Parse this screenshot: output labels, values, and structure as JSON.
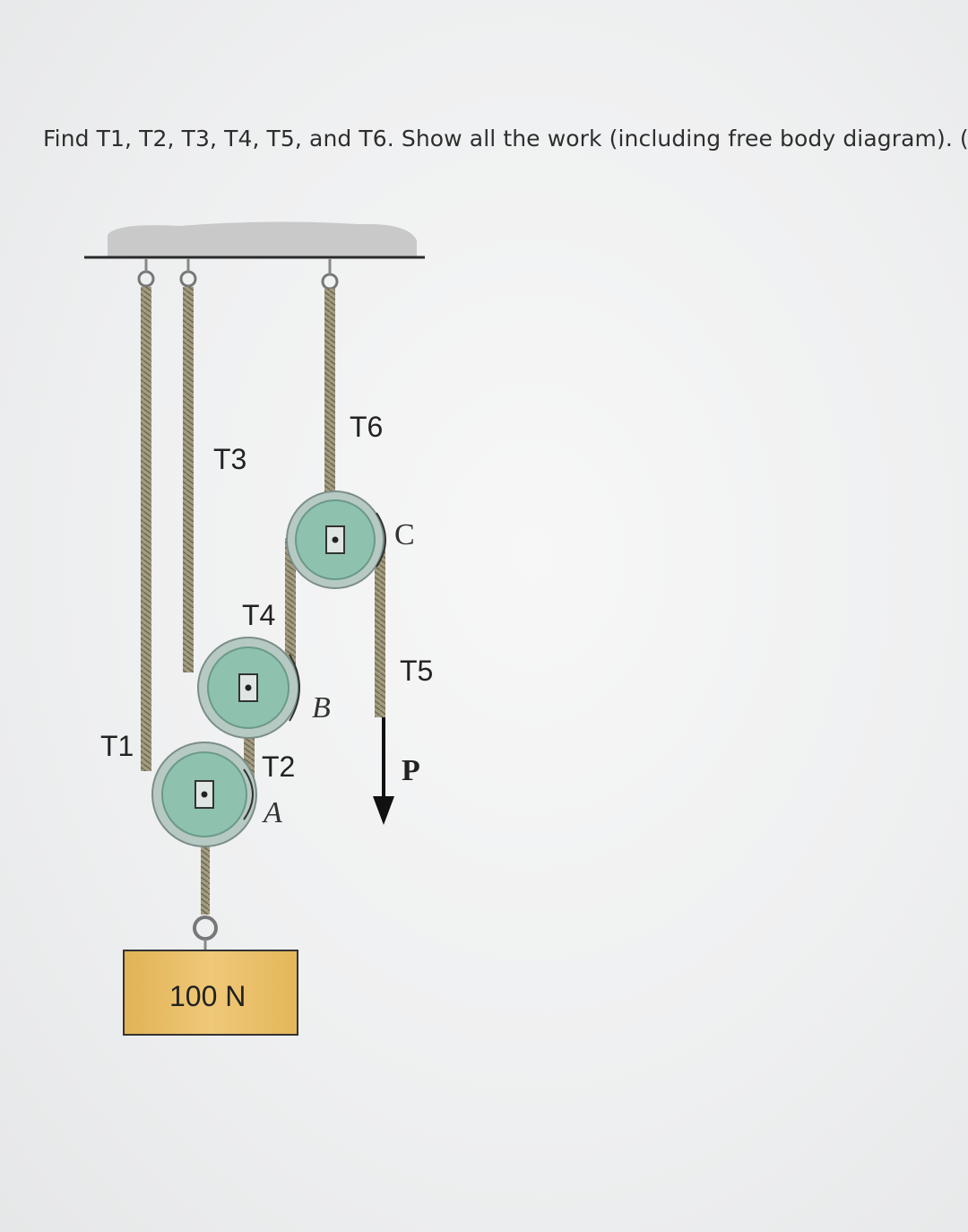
{
  "question": {
    "text": "Find T1, T2, T3, T4, T5, and T6. Show all the work (including free body diagram). ("
  },
  "diagram": {
    "labels": {
      "t1": "T1",
      "t2": "T2",
      "t3": "T3",
      "t4": "T4",
      "t5": "T5",
      "t6": "T6",
      "pulley_a": "A",
      "pulley_b": "B",
      "pulley_c": "C",
      "force_p": "P",
      "weight": "100 N"
    },
    "colors": {
      "ceiling": "#c8c8c8",
      "rope": "#9a9278",
      "pulley_outer": "#b9ccc6",
      "pulley_inner": "#8fc3b0",
      "weight_fill": "#e6b95c",
      "arrow": "#111111"
    }
  }
}
